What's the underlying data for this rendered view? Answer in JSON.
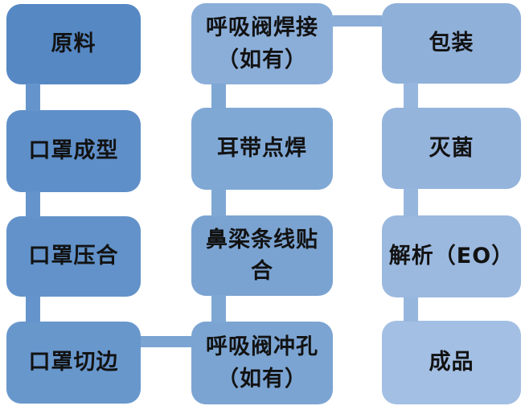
{
  "diagram": {
    "background_color": "#ffffff",
    "text_color": "#121212",
    "columns": [
      {
        "id": "left",
        "connector_color": "#6494CB",
        "boxes": [
          {
            "label": "原料",
            "color": "#5688C4"
          },
          {
            "label": "口罩成型",
            "color": "#5F8FC8"
          },
          {
            "label": "口罩压合",
            "color": "#6292C9"
          },
          {
            "label": "口罩切边",
            "color": "#6897CC"
          }
        ]
      },
      {
        "id": "middle",
        "connector_color": "#7FA7D4",
        "boxes": [
          {
            "label": "呼吸阀焊接\n（如有）",
            "color": "#8BAED9"
          },
          {
            "label": "耳带点焊",
            "color": "#80A8D5"
          },
          {
            "label": "鼻梁条线贴合",
            "color": "#7BA3D1"
          },
          {
            "label": "呼吸阀冲孔\n（如有）",
            "color": "#7BA4D2"
          }
        ]
      },
      {
        "id": "right",
        "connector_color": "#97B6DD",
        "boxes": [
          {
            "label": "包装",
            "color": "#8FB0D9"
          },
          {
            "label": "灭菌",
            "color": "#95B4DC"
          },
          {
            "label": "解析（EO）",
            "color": "#9BB9DF"
          },
          {
            "label": "成品",
            "color": "#A3BFE3"
          }
        ]
      }
    ],
    "cross_connectors": [
      {
        "id": "cutting-to-punching",
        "color": "#7BA4D2"
      },
      {
        "id": "welding-to-packaging",
        "color": "#8BAED9"
      }
    ]
  }
}
